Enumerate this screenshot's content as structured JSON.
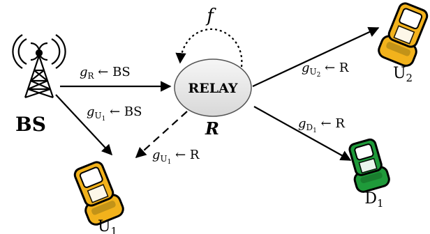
{
  "nodes": {
    "bs": {
      "label": "BS"
    },
    "relay": {
      "label": "RELAY",
      "sub_label": "R"
    },
    "u1": {
      "base": "U",
      "sub": "1"
    },
    "u2": {
      "base": "U",
      "sub": "2"
    },
    "d1": {
      "base": "D",
      "sub": "1"
    }
  },
  "loop_label": "f",
  "edges": {
    "bs_relay": {
      "sym": "g",
      "sub": "R",
      "rest": " ← BS"
    },
    "bs_u1": {
      "sym": "g",
      "sub": "U",
      "subsub": "1",
      "rest": " ← BS"
    },
    "relay_u1": {
      "sym": "g",
      "sub": "U",
      "subsub": "1",
      "rest": " ← R"
    },
    "relay_u2": {
      "sym": "g",
      "sub": "U",
      "subsub": "2",
      "rest": " ← R"
    },
    "relay_d1": {
      "sym": "g",
      "sub": "D",
      "subsub": "1",
      "rest": " ← R"
    }
  },
  "colors": {
    "phone_yellow": "#f2b21c",
    "phone_green": "#1f9a3a",
    "relay_fill": "#e4e4e4"
  }
}
